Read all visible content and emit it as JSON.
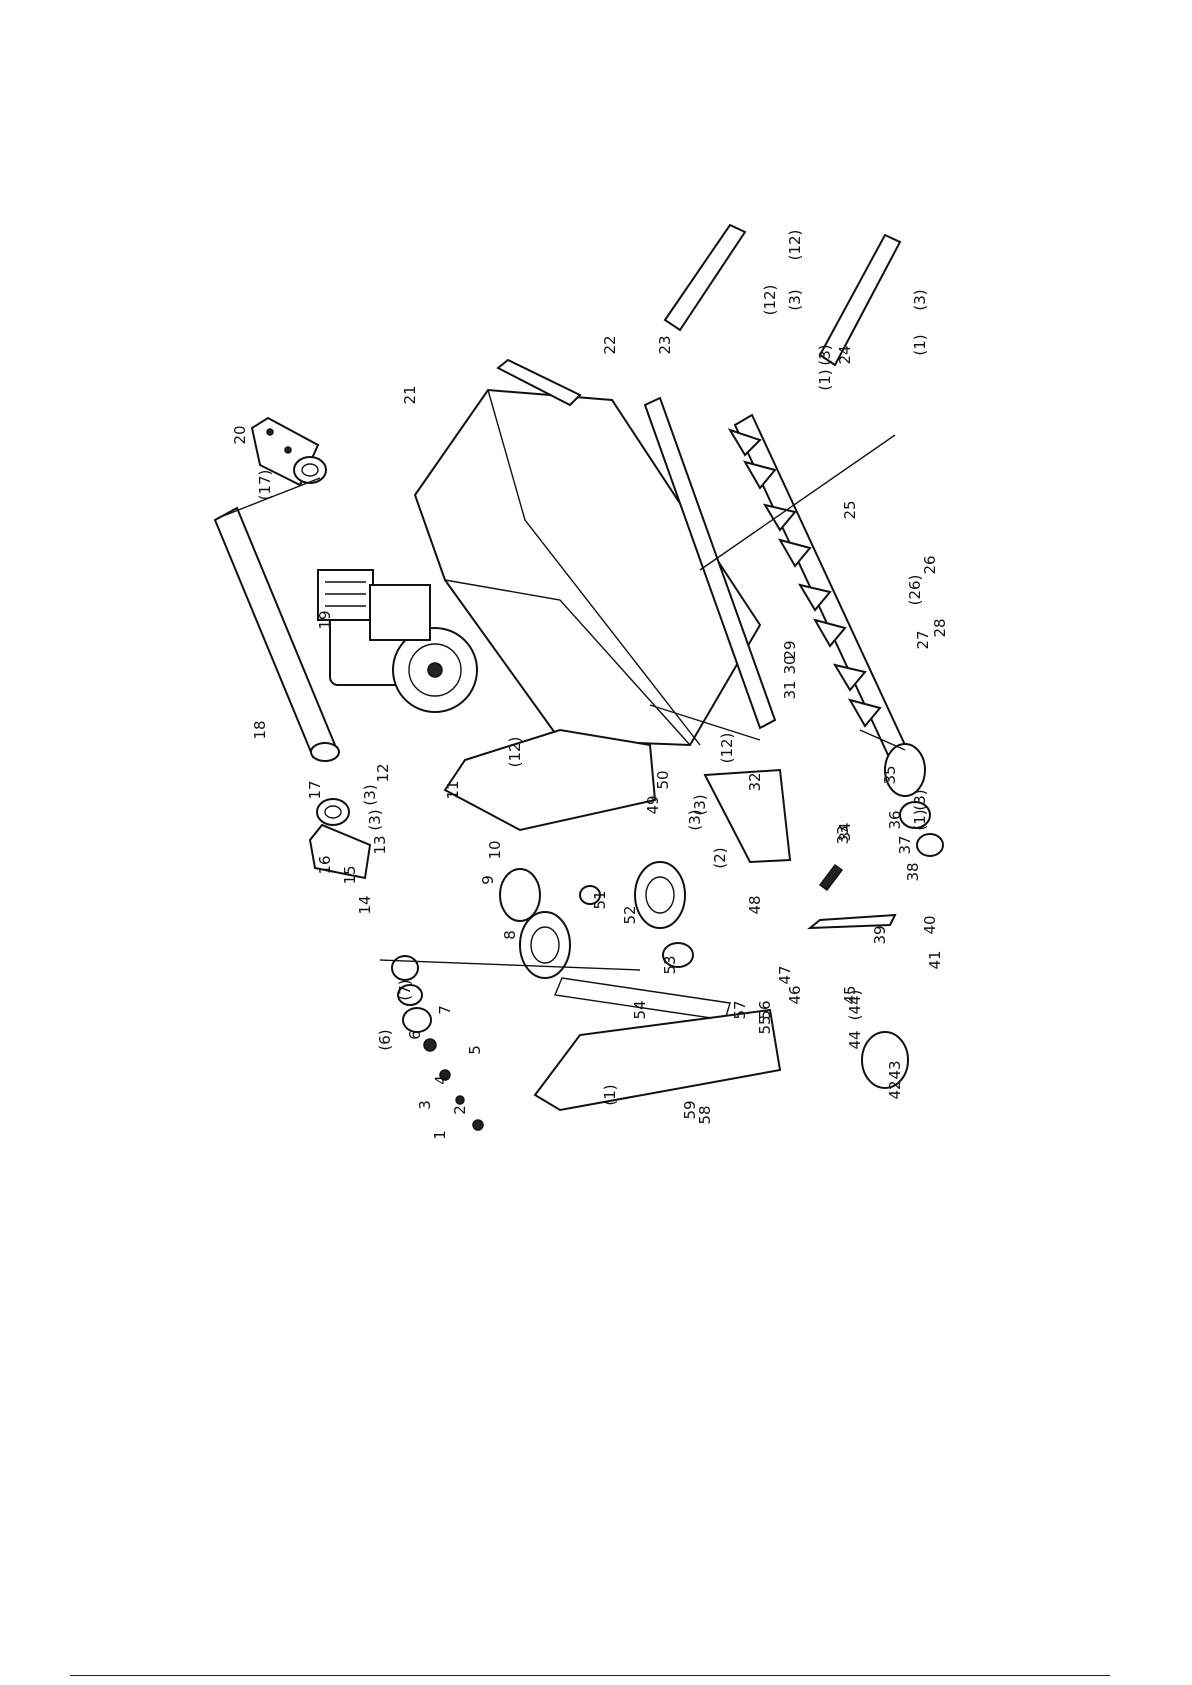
{
  "figure": {
    "type": "exploded-parts-diagram",
    "rotation_deg": -90,
    "line_color": "#111111",
    "background_color": "#ffffff",
    "callouts": [
      "1",
      "2",
      "3",
      "4",
      "5",
      "(6)",
      "6",
      "(7)",
      "7",
      "8",
      "9",
      "10",
      "11",
      "12",
      "(12)",
      "(12)",
      "(12)",
      "(12)",
      "13",
      "14",
      "15",
      "16",
      "17",
      "(17)",
      "18",
      "19",
      "20",
      "21",
      "22",
      "23",
      "24",
      "25",
      "26",
      "(26)",
      "27",
      "28",
      "29",
      "30",
      "31",
      "32",
      "33",
      "34",
      "35",
      "36",
      "37",
      "38",
      "39",
      "40",
      "41",
      "42",
      "43",
      "44",
      "(44)",
      "45",
      "46",
      "47",
      "48",
      "49",
      "50",
      "51",
      "52",
      "53",
      "54",
      "55",
      "56",
      "57",
      "58",
      "59",
      "(1)",
      "(1)",
      "(1)",
      "(1)",
      "(2)",
      "(3)",
      "(3)",
      "(3)",
      "(3)",
      "(3)",
      "(3)",
      "(3)",
      "(3)"
    ]
  }
}
